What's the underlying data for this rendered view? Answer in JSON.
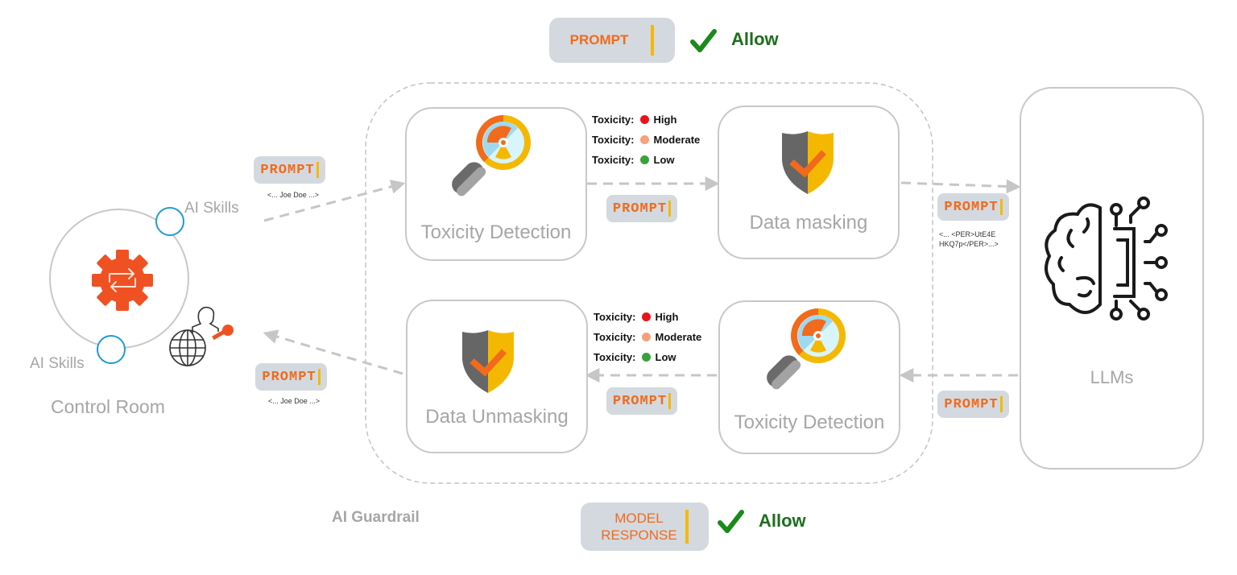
{
  "top_status": {
    "chip_label": "PROMPT",
    "decision": "Allow"
  },
  "bottom_status": {
    "chip_line1": "MODEL",
    "chip_line2": "RESPONSE",
    "decision": "Allow"
  },
  "control_room": {
    "title": "Control Room",
    "skill_labels": [
      "AI Skills",
      "AI Skills"
    ],
    "gear_icon": "gear-with-sync-arrows-icon",
    "identity_icon": "globe-user-key-icon"
  },
  "guardrail": {
    "title": "AI Guardrail"
  },
  "nodes": {
    "toxicity_in": {
      "label": "Toxicity Detection",
      "icon": "magnifier-radiation-icon"
    },
    "masking": {
      "label": "Data masking",
      "icon": "shield-check-icon"
    },
    "unmasking": {
      "label": "Data Unmasking",
      "icon": "shield-check-icon"
    },
    "toxicity_out": {
      "label": "Toxicity Detection",
      "icon": "magnifier-radiation-icon"
    },
    "llms": {
      "label": "LLMs",
      "icon": "brain-circuit-icon"
    }
  },
  "prompt_chips": {
    "label": "PROMPT",
    "to_guardrail_note": "<... Joe Doe ...>",
    "from_guardrail_note": "<... Joe Doe ...>",
    "to_llm_note_line1": "<... <PER>UtE4E",
    "to_llm_note_line2": "HKQ7p</PER>...>"
  },
  "toxicity_legend": [
    {
      "prefix": "Toxicity:",
      "level": "High",
      "color": "#e8141a"
    },
    {
      "prefix": "Toxicity:",
      "level": "Moderate",
      "color": "#f6a07c"
    },
    {
      "prefix": "Toxicity:",
      "level": "Low",
      "color": "#3aa13a"
    }
  ],
  "colors": {
    "accent_orange": "#f26a1b",
    "accent_yellow": "#f5b800",
    "allow_green": "#1e6e1e",
    "skill_ring_blue": "#1e9bd7"
  }
}
